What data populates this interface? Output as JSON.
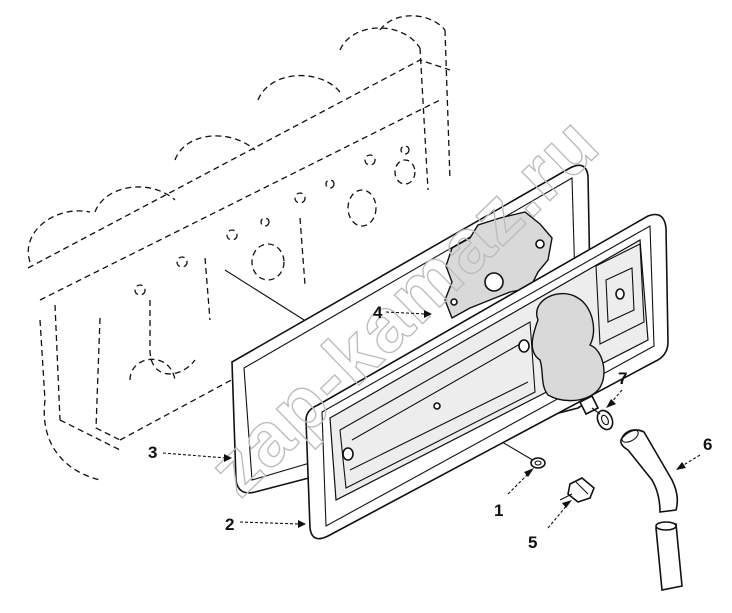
{
  "watermark": "zap-kamaz.ru",
  "callouts": {
    "c1": "1",
    "c2": "2",
    "c3": "3",
    "c4": "4",
    "c5": "5",
    "c6": "6",
    "c7": "7"
  }
}
